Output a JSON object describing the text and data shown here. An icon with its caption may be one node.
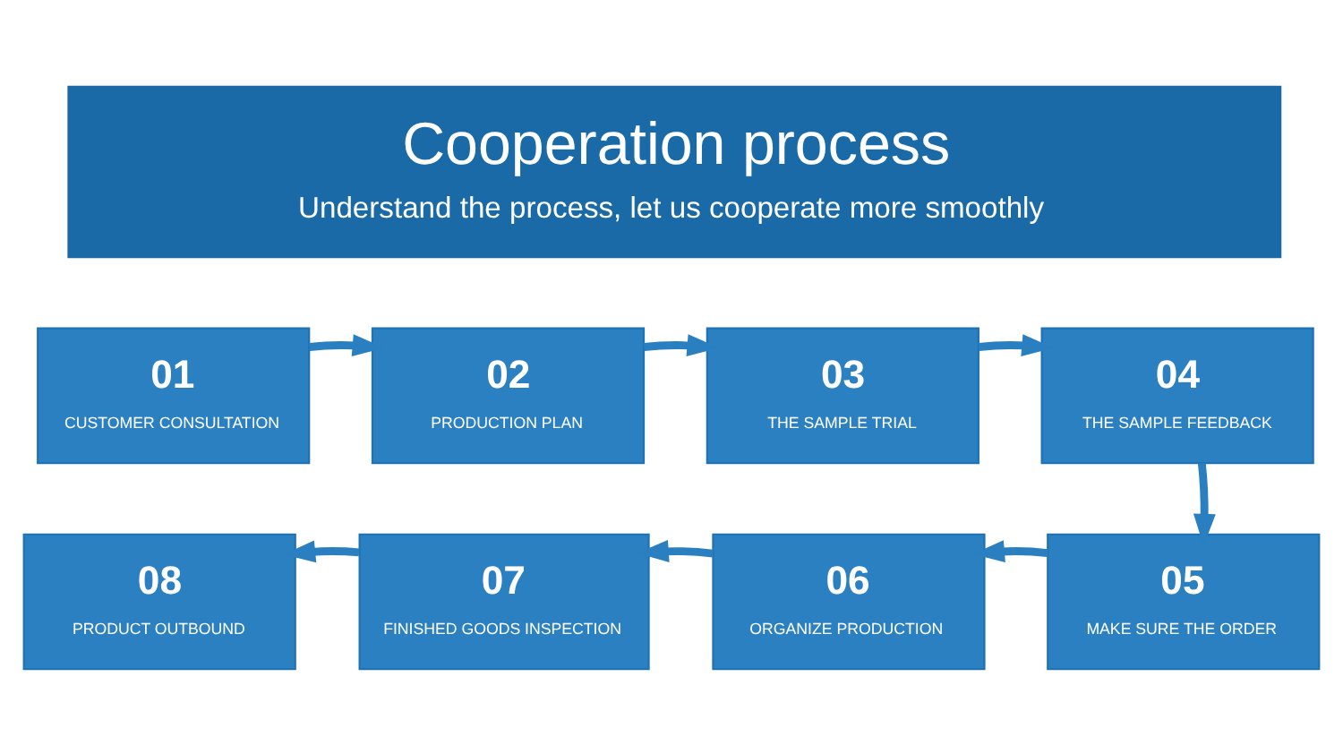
{
  "diagram": {
    "nodes": [
      {
        "text": [
          "Cooperation process",
          "Understand the process, let us cooperate more smoothly"
        ]
      },
      {
        "text": [
          "01",
          "CUSTOMER CONSULTATION"
        ]
      },
      {
        "text": [
          "02",
          "PRODUCTION PLAN"
        ]
      },
      {
        "text": [
          "03",
          "THE SAMPLE TRIAL"
        ]
      },
      {
        "text": [
          "04",
          "THE SAMPLE FEEDBACK"
        ]
      },
      {
        "text": [
          "05",
          "MAKE SURE THE ORDER"
        ]
      },
      {
        "text": [
          "06",
          "ORGANIZE PRODUCTION"
        ]
      },
      {
        "text": [
          "07",
          "FINISHED GOODS INSPECTION"
        ]
      },
      {
        "text": [
          "08",
          "PRODUCT OUTBOUND"
        ]
      }
    ],
    "edges": [
      {
        "from": 1,
        "to": 2,
        "arrow": "to"
      },
      {
        "from": 2,
        "to": 3,
        "arrow": "to"
      },
      {
        "from": 3,
        "to": 4,
        "arrow": "to"
      },
      {
        "from": 4,
        "to": 5,
        "arrow": "to"
      },
      {
        "from": 5,
        "to": 6,
        "arrow": "to"
      },
      {
        "from": 6,
        "to": 7,
        "arrow": "to"
      },
      {
        "from": 7,
        "to": 8,
        "arrow": "to"
      }
    ]
  }
}
